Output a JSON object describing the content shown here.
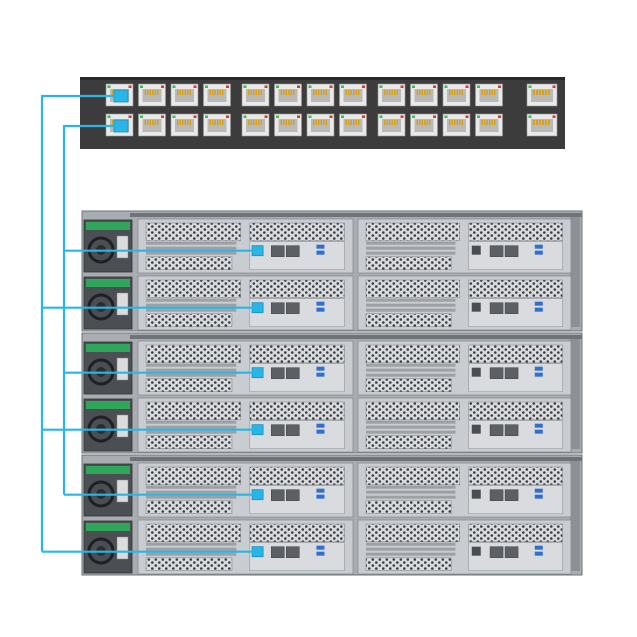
{
  "diagram": {
    "switch": {
      "port_groups": 3,
      "ports_per_group_per_row": 4,
      "rows": 2,
      "uplink_ports": 2,
      "connected_ports": [
        {
          "group": 0,
          "row": 0,
          "col": 0
        },
        {
          "group": 0,
          "row": 1,
          "col": 0
        }
      ]
    },
    "servers": {
      "chassis_count": 3,
      "nodes_per_chassis": 4,
      "cabled_nodes": 6
    },
    "colors": {
      "background": "#ffffff",
      "switch_body": "#3c3c3c",
      "port_face": "#e9e9e9",
      "port_pins": "#d6a21e",
      "port_led_green": "#36c24a",
      "port_led_red": "#d33a2c",
      "cable": "#29b6e6",
      "chassis_metal": "#c9ccd0",
      "chassis_dark": "#6e7378",
      "psu_green": "#2fa65a",
      "usb_blue": "#2f6fd0"
    }
  }
}
